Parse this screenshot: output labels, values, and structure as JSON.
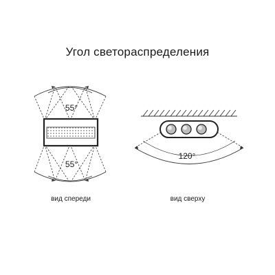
{
  "title": "Угол светораспределения",
  "front_view": {
    "angle_top": "55°",
    "angle_bottom": "55°",
    "caption": "вид спереди"
  },
  "top_view": {
    "angle": "120°",
    "caption": "вид сверху"
  }
}
